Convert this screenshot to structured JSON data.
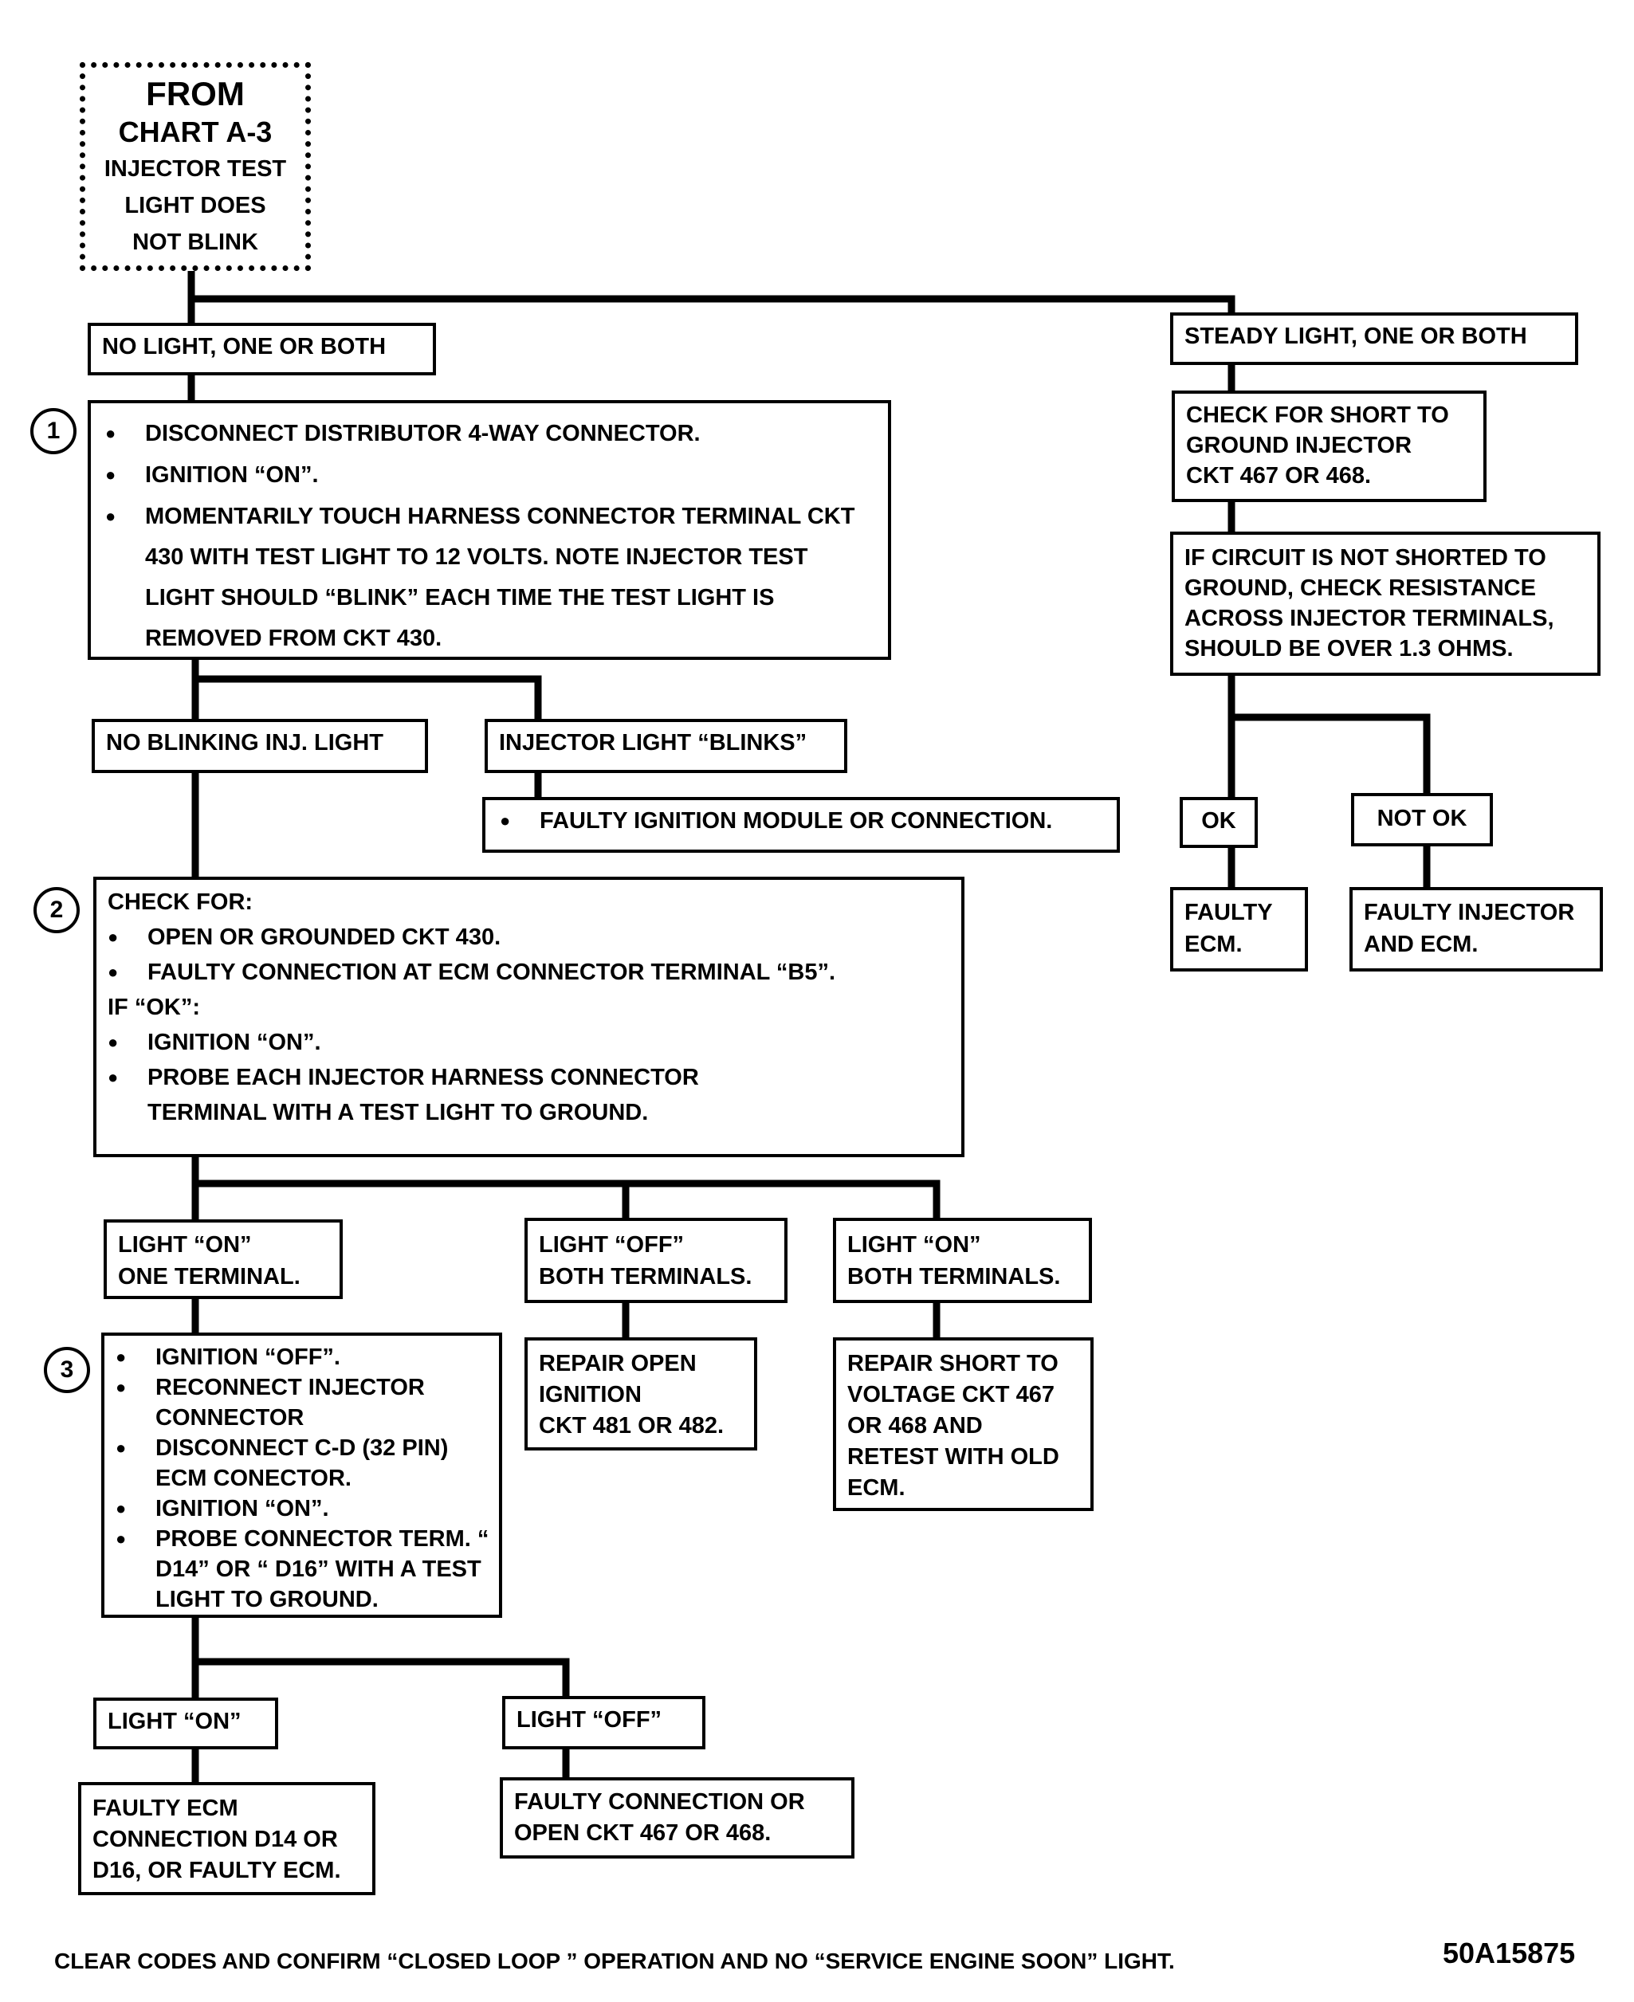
{
  "start": {
    "lines": [
      "FROM",
      "CHART A-3",
      "INJECTOR TEST",
      "LIGHT DOES",
      "NOT BLINK"
    ]
  },
  "nodes": {
    "no_light": "NO  LIGHT, ONE OR BOTH",
    "steady_light": "STEADY LIGHT, ONE OR BOTH",
    "check_short": [
      "CHECK FOR SHORT TO",
      "GROUND INJECTOR",
      "CKT 467 OR 468."
    ],
    "if_circuit": [
      "IF CIRCUIT IS NOT SHORTED TO",
      "GROUND, CHECK RESISTANCE",
      "ACROSS INJECTOR TERMINALS,",
      "SHOULD BE OVER 1.3 OHMS."
    ],
    "ok": "OK",
    "not_ok": "NOT OK",
    "faulty_ecm": [
      "FAULTY",
      "ECM."
    ],
    "faulty_injector_ecm": [
      "FAULTY INJECTOR",
      "AND ECM."
    ],
    "step1": [
      "DISCONNECT DISTRIBUTOR 4-WAY CONNECTOR.",
      "IGNITION “ON”.",
      "MOMENTARILY TOUCH HARNESS CONNECTOR TERMINAL CKT 430 WITH TEST LIGHT TO 12 VOLTS.  NOTE INJECTOR TEST LIGHT SHOULD “BLINK” EACH TIME THE TEST LIGHT IS REMOVED FROM CKT 430."
    ],
    "no_blinking": "NO BLINKING INJ. LIGHT",
    "injector_blinks": "INJECTOR LIGHT “BLINKS”",
    "faulty_ignition": "FAULTY IGNITION MODULE OR CONNECTION.",
    "step2": {
      "header": "CHECK FOR:",
      "items_a": [
        "OPEN OR GROUNDED CKT 430.",
        "FAULTY CONNECTION AT ECM CONNECTOR TERMINAL “B5”."
      ],
      "if_ok": "IF “OK”:",
      "items_b": [
        "IGNITION “ON”.",
        "PROBE EACH  INJECTOR HARNESS CONNECTOR TERMINAL WITH A TEST LIGHT TO GROUND."
      ]
    },
    "light_on_one": [
      "LIGHT  “ON”",
      "ONE TERMINAL."
    ],
    "light_off_both": [
      "LIGHT  “OFF”",
      "BOTH TERMINALS."
    ],
    "light_on_both": [
      "LIGHT  “ON”",
      "BOTH TERMINALS."
    ],
    "repair_open": [
      "REPAIR OPEN",
      "IGNITION",
      "CKT 481 OR 482."
    ],
    "repair_short": [
      "REPAIR SHORT TO",
      "VOLTAGE CKT 467",
      "OR 468 AND",
      "RETEST WITH OLD",
      "ECM."
    ],
    "step3": [
      "IGNITION “OFF”.",
      "RECONNECT INJECTOR CONNECTOR",
      "DISCONNECT C-D (32 PIN) ECM CONECTOR.",
      "IGNITION  “ON”.",
      "PROBE CONNECTOR TERM. “ D14”  OR “ D16”  WITH A TEST LIGHT TO GROUND."
    ],
    "light_on": "LIGHT “ON”",
    "light_off": "LIGHT “OFF”",
    "faulty_ecm_conn": [
      "FAULTY ECM",
      "CONNECTION D14 OR",
      "D16, OR FAULTY ECM."
    ],
    "faulty_conn_open": [
      "FAULTY CONNECTION OR",
      "OPEN CKT  467 OR 468."
    ]
  },
  "markers": [
    "1",
    "2",
    "3"
  ],
  "footer": "CLEAR CODES AND CONFIRM “CLOSED LOOP ” OPERATION AND NO “SERVICE ENGINE SOON” LIGHT.",
  "figure_code": "50A15875"
}
